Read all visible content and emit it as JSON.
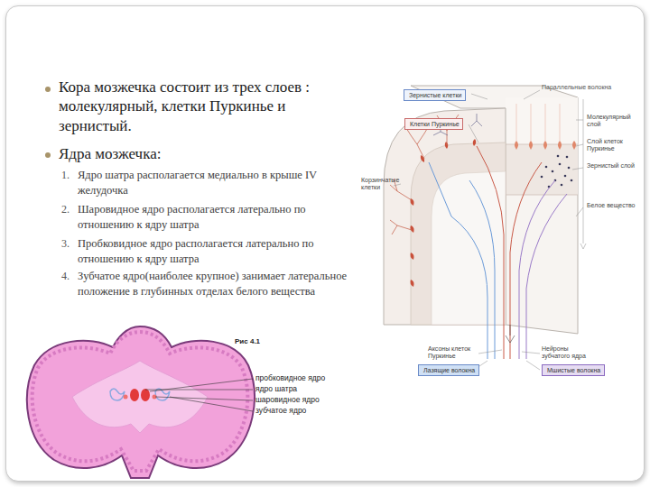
{
  "diagram": {
    "nodes": [
      {
        "text": [
          "Зернистые клетки"
        ]
      },
      {
        "text": [
          "Клетки Пуркинье"
        ]
      },
      {
        "text": [
          "Лазящие волокна"
        ]
      },
      {
        "text": [
          "Мшистые волокна"
        ]
      }
    ],
    "labels": [
      "Кора мозжечка состоит из трех слоев : молекулярный, клетки Пуркинье и зернистый.",
      "Ядра мозжечка:",
      "1.",
      "Ядро шатра располагается медиально в крыше IV желудочка",
      "2.",
      "Шаровидное ядро располагается латерально по отношению к ядру шатра",
      "3.",
      "Пробковидное ядро располагается латерально по отношению к ядру шатра",
      "4.",
      "Зубчатое ядро(наиболее крупное) занимает латеральное положение в глубинных отделах белого вещества",
      "Параллельные волокна",
      "Молекулярный слой",
      "Слой клеток Пуркинье",
      "Зернистый слой",
      "Корзинчатые клетки",
      "Белое вещество",
      "Аксоны клеток Пуркинье",
      "Нейроны зубчатого ядра",
      "Рис 4.1",
      "пробковидное ядро",
      "ядро шатра",
      "шаровидное ядро",
      "зубчатое ядро"
    ]
  }
}
